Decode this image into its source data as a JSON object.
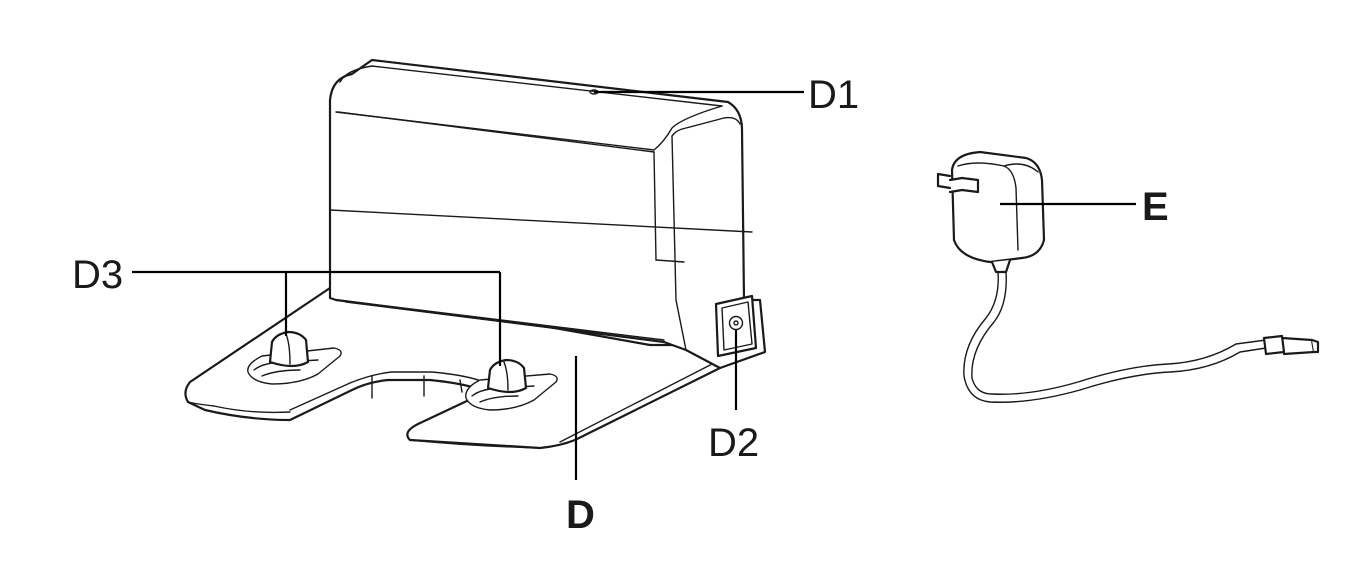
{
  "labels": {
    "d1": "D1",
    "d2": "D2",
    "d3": "D3",
    "d": "D",
    "e": "E"
  },
  "colors": {
    "line": "#1a1a1a",
    "background": "#ffffff"
  }
}
